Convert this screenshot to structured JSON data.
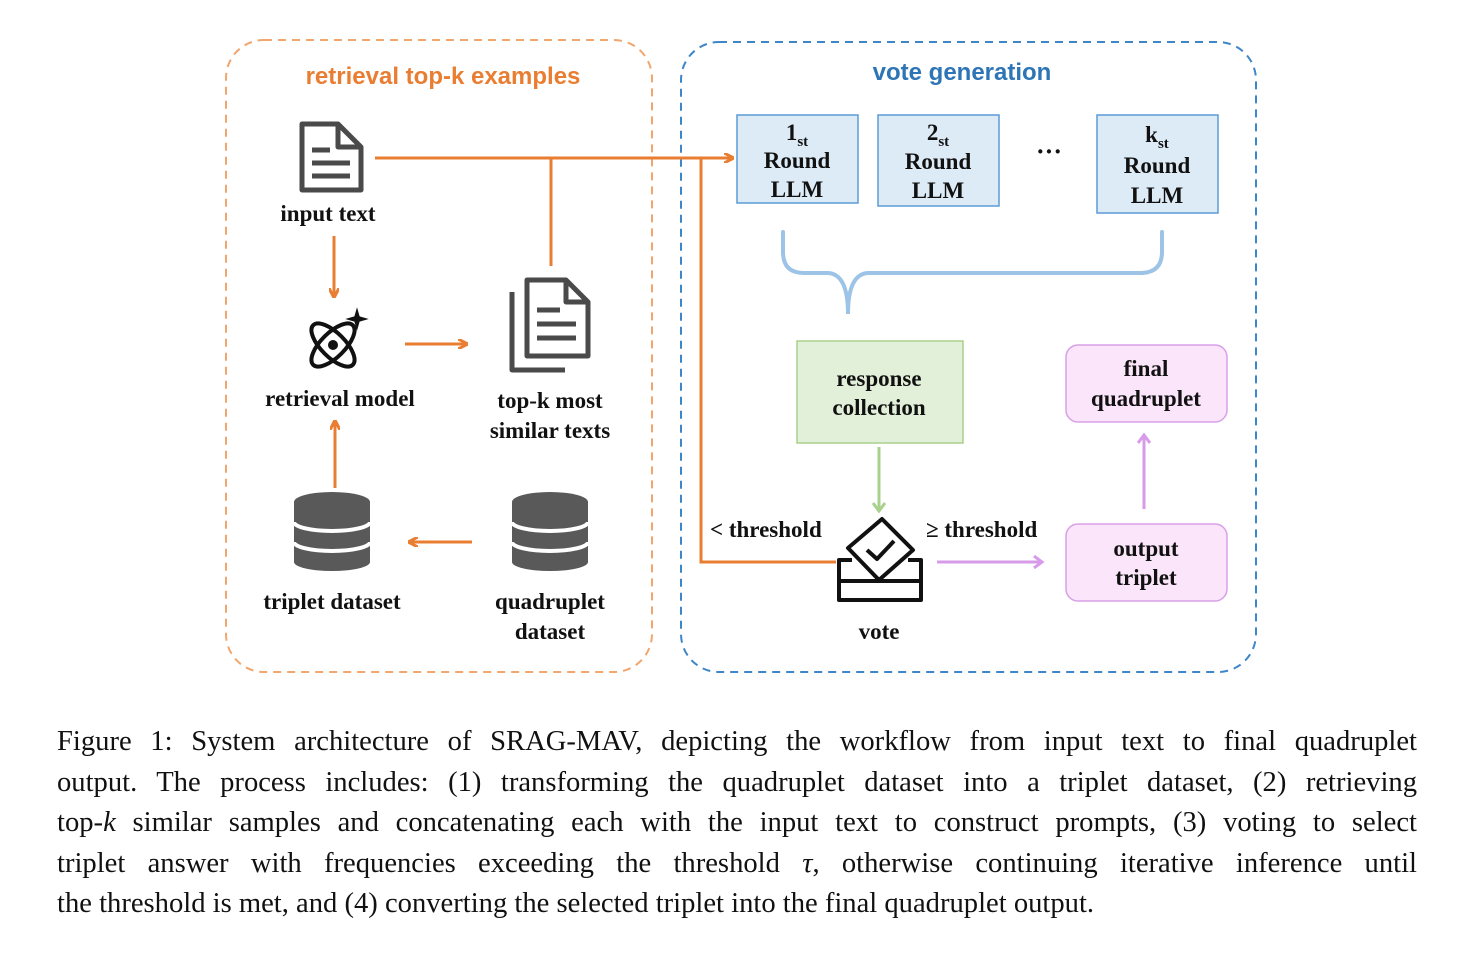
{
  "left_panel": {
    "title": "retrieval top-k examples",
    "input_text": "input text",
    "retrieval_model": "retrieval model",
    "topk_line1": "top-k most",
    "topk_line2": "similar texts",
    "triplet_dataset": "triplet dataset",
    "quadruplet_line1": "quadruplet",
    "quadruplet_line2": "dataset"
  },
  "right_panel": {
    "title": "vote generation",
    "rounds": [
      {
        "num": "1",
        "sup": "st",
        "line1": "Round",
        "line2": "LLM"
      },
      {
        "num": "2",
        "sup": "st",
        "line1": "Round",
        "line2": "LLM"
      },
      {
        "num": "k",
        "sup": "st",
        "line1": "Round",
        "line2": "LLM"
      }
    ],
    "ellipsis": "···",
    "response_line1": "response",
    "response_line2": "collection",
    "vote": "vote",
    "below_threshold": "< threshold",
    "above_threshold": "≥ threshold",
    "output_line1": "output",
    "output_line2": "triplet",
    "final_line1": "final",
    "final_line2": "quadruplet"
  },
  "caption": {
    "line1": "Figure 1: System architecture of SRAG-MAV, depicting the workflow from input text to final quadruplet",
    "line2": "output. The process includes: (1) transforming the quadruplet dataset into a triplet dataset, (2) retrieving",
    "line3_pre": "top-",
    "line3_k": "k",
    "line3_post": " similar samples and concatenating each with the input text to construct prompts, (3) voting to select",
    "line4_pre": "triplet answer with frequencies exceeding the threshold ",
    "line4_tau": "τ",
    "line4_post": ", otherwise continuing iterative inference until",
    "line5": "the threshold is met, and (4) converting the selected triplet into the final quadruplet output."
  },
  "colors": {
    "orange": "#E97E32",
    "blue_dash": "#3F86C8",
    "blue_box_fill": "#DDEBF7",
    "blue_box_stroke": "#5B9BD5",
    "brace": "#9DC3E6",
    "green_fill": "#E2F0D9",
    "green_stroke": "#A9D18E",
    "pink_fill": "#FBE5FA",
    "pink_stroke": "#D9A0E8",
    "purple_arrow": "#D79BEA",
    "icon_gray": "#4A4A4A",
    "orange_title": "#E97E32",
    "blue_title": "#2E75B6"
  }
}
